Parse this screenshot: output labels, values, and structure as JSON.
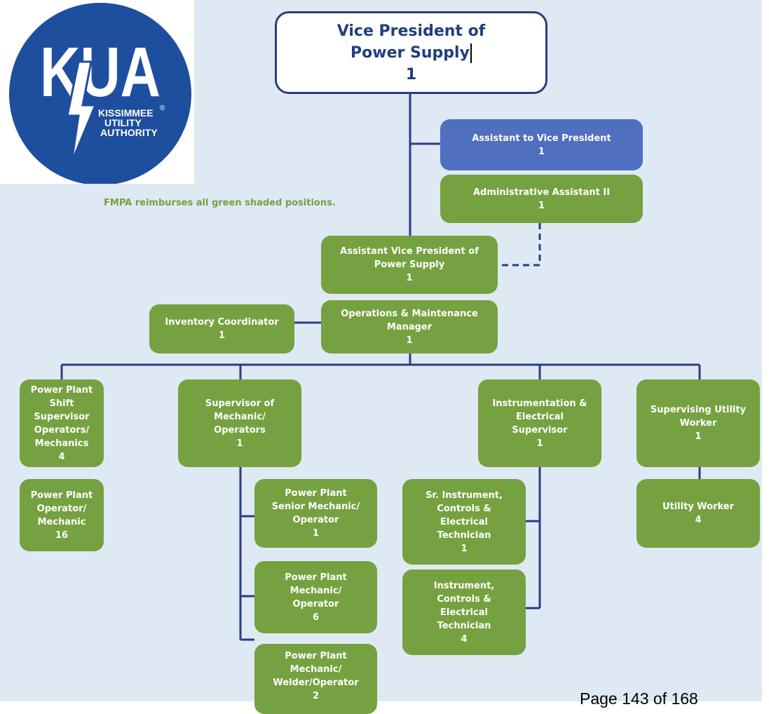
{
  "logo": {
    "letters": "KUA",
    "line1": "KISSIMMEE",
    "line2": "UTILITY",
    "line3": "AUTHORITY",
    "registered": "®",
    "colors": {
      "disc": "#1e4f9e",
      "mark": "#ffffff"
    }
  },
  "note": "FMPA reimburses all green shaded positions.",
  "page_number": "Page 143 of 168",
  "colors": {
    "green": "#76a140",
    "blue": "#4f6fbf",
    "line": "#283d85",
    "background": "#dfe9f4"
  },
  "positions": {
    "vp": {
      "line1": "Vice President of",
      "line2": "Power Supply",
      "count": "1"
    },
    "assistant_vp_office": {
      "title": "Assistant to Vice President",
      "count": "1"
    },
    "admin_assistant": {
      "title": "Administrative Assistant II",
      "count": "1"
    },
    "avp": {
      "line1": "Assistant Vice President of",
      "line2": "Power Supply",
      "count": "1"
    },
    "om_manager": {
      "line1": "Operations & Maintenance",
      "line2": "Manager",
      "count": "1"
    },
    "inventory": {
      "title": "Inventory Coordinator",
      "count": "1"
    },
    "shift_supervisor": {
      "lines": [
        "Power Plant Shift",
        "Supervisor",
        "Operators/",
        "Mechanics"
      ],
      "count": "4"
    },
    "plant_operator": {
      "lines": [
        "Power Plant",
        "Operator/",
        "Mechanic"
      ],
      "count": "16"
    },
    "mech_supervisor": {
      "lines": [
        "Supervisor of",
        "Mechanic/",
        "Operators"
      ],
      "count": "1"
    },
    "senior_mechanic": {
      "lines": [
        "Power Plant",
        "Senior Mechanic/",
        "Operator"
      ],
      "count": "1"
    },
    "mechanic_operator": {
      "lines": [
        "Power Plant",
        "Mechanic/",
        "Operator"
      ],
      "count": "6"
    },
    "welder": {
      "lines": [
        "Power Plant",
        "Mechanic/",
        "Welder/Operator"
      ],
      "count": "2"
    },
    "ie_supervisor": {
      "lines": [
        "Instrumentation &",
        "Electrical",
        "Supervisor"
      ],
      "count": "1"
    },
    "sr_technician": {
      "lines": [
        "Sr. Instrument,",
        "Controls &",
        "Electrical",
        "Technician"
      ],
      "count": "1"
    },
    "technician": {
      "lines": [
        "Instrument,",
        "Controls &",
        "Electrical",
        "Technician"
      ],
      "count": "4"
    },
    "util_supervisor": {
      "lines": [
        "Supervising Utility",
        "Worker"
      ],
      "count": "1"
    },
    "utility_worker": {
      "title": "Utility Worker",
      "count": "4"
    }
  }
}
